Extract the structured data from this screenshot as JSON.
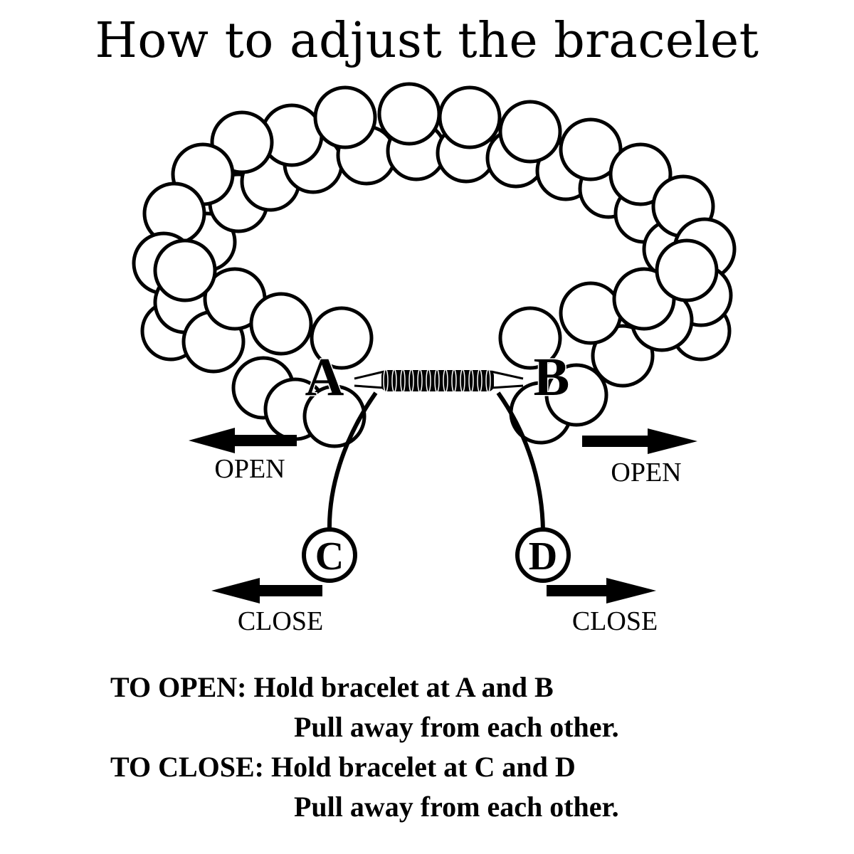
{
  "title": "How to adjust the bracelet",
  "points": {
    "a": "A",
    "b": "B",
    "c": "C",
    "d": "D"
  },
  "arrows": {
    "open_left": "OPEN",
    "open_right": "OPEN",
    "close_left": "CLOSE",
    "close_right": "CLOSE"
  },
  "instructions": {
    "open_heading": "TO OPEN:",
    "open_line1": "Hold bracelet at A and B",
    "open_line2": "Pull away from each other.",
    "close_heading": "TO CLOSE:",
    "close_line1": "Hold bracelet at C and D",
    "close_line2": "Pull away from each other."
  },
  "colors": {
    "ink": "#000000",
    "bead_fill": "#ffffff"
  }
}
